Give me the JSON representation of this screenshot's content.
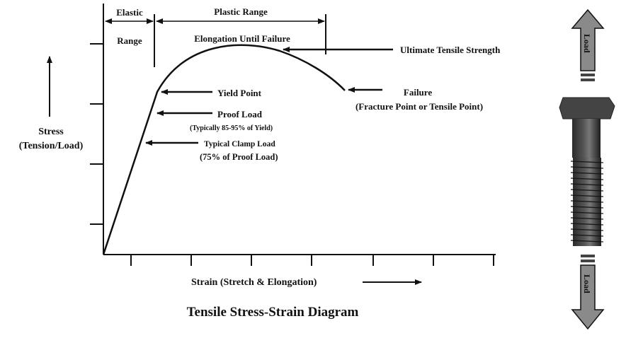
{
  "title": "Tensile Stress-Strain Diagram",
  "y_axis_label": [
    "Stress",
    "(Tension/Load)"
  ],
  "x_axis_label": "Strain (Stretch & Elongation)",
  "regions": {
    "elastic": [
      "Elastic",
      "Range"
    ],
    "plastic": "Plastic Range",
    "elongation": "Elongation Until Failure"
  },
  "annotations": {
    "ultimate": "Ultimate Tensile Strength",
    "yield": "Yield Point",
    "proof": "Proof Load",
    "proof_note": "(Typically 85-95% of Yield)",
    "clamp": "Typical Clamp Load",
    "clamp_note": "(75% of Proof Load)",
    "failure": "Failure",
    "failure_note": "(Fracture Point or Tensile Point)"
  },
  "bolt_arrows": {
    "top": "Load",
    "bottom": "Load"
  },
  "colors": {
    "line": "#111111",
    "arrow_fill": "#8a8a8a",
    "bolt": "#3a3a3a"
  }
}
